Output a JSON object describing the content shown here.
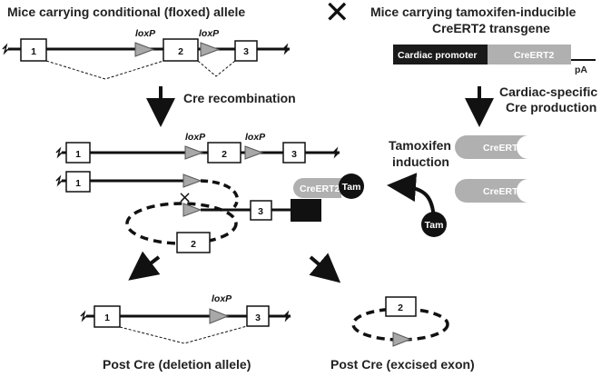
{
  "header": {
    "left_title": "Mice carrying conditional (floxed) allele",
    "right_title_line1": "Mice carrying tamoxifen-inducible",
    "right_title_line2": "CreERT2 transgene",
    "cross_symbol": "✕"
  },
  "transgene": {
    "promoter_label": "Cardiac promoter",
    "cre_label": "CreERT2",
    "polya_label": "pA"
  },
  "steps": {
    "cre_recombination": "Cre recombination",
    "cardiac_specific_line1": "Cardiac-specific",
    "cardiac_specific_line2": "Cre production",
    "tamoxifen_line1": "Tamoxifen",
    "tamoxifen_line2": "induction"
  },
  "labels": {
    "loxp": "loxP",
    "exon1": "1",
    "exon2": "2",
    "exon3": "3",
    "crert2": "CreERT2",
    "tam": "Tam"
  },
  "results": {
    "deletion_allele": "Post Cre (deletion allele)",
    "excised_exon": "Post Cre (excised exon)"
  },
  "colors": {
    "line": "#111111",
    "loxp_fill": "#a8a8a8",
    "cre_fill": "#b0b0b0",
    "promoter_fill": "#1a1a1a",
    "tam_fill": "#111111"
  }
}
